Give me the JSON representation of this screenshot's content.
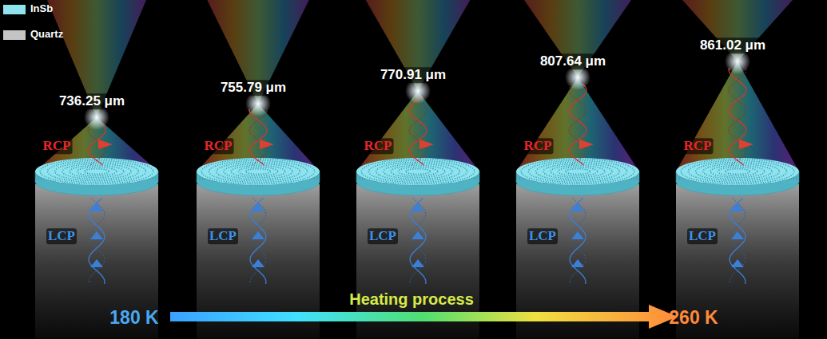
{
  "diagram": {
    "labels": [
      "736.25 μm",
      "RCP",
      "LCP",
      "755.79 μm",
      "RCP",
      "LCP",
      "770.91 μm",
      "RCP",
      "LCP",
      "807.64 μm",
      "RCP",
      "LCP",
      "861.02 μm",
      "RCP",
      "LCP",
      "180 K",
      "Heating process",
      "260 K"
    ],
    "legend": [
      {
        "text": "InSb",
        "color": "#8fe3ef"
      },
      {
        "text": "Quartz",
        "color": "#c4c4c4"
      }
    ]
  }
}
